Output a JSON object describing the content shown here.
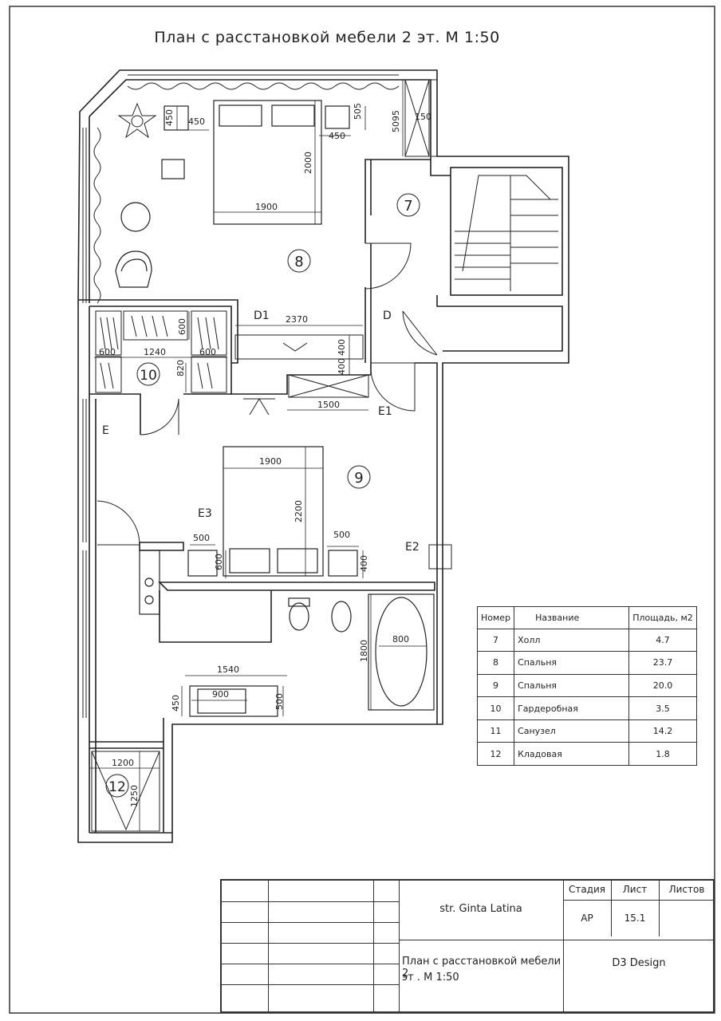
{
  "sheet": {
    "title": "План с расстановкой мебели 2 эт. М 1:50"
  },
  "plan": {
    "room_markers": [
      "7",
      "8",
      "9",
      "10",
      "12"
    ],
    "dimensions": {
      "d450a": "450",
      "d450b": "450",
      "d450c": "450",
      "d505": "505",
      "d5095": "5095",
      "d150": "150",
      "d2000": "2000",
      "d1900a": "1900",
      "d2370": "2370",
      "d600a": "600",
      "d600b": "600",
      "d600c": "600",
      "d1240": "1240",
      "d820": "820",
      "d400a": "400",
      "d400b": "400",
      "d1500": "1500",
      "d1900b": "1900",
      "d2200": "2200",
      "d500a": "500",
      "d500b": "500",
      "d600d": "600",
      "d400c": "400",
      "d800": "800",
      "d1800": "1800",
      "d1540": "1540",
      "d900": "900",
      "d450d": "450",
      "d500c": "500",
      "d1200": "1200",
      "d1250": "1250"
    },
    "tags": {
      "d1": "D1",
      "d": "D",
      "e1": "E1",
      "e": "E",
      "e2": "E2",
      "e3": "E3"
    }
  },
  "room_table": {
    "headers": [
      "Номер",
      "Название",
      "Площадь, м2"
    ],
    "rows": [
      {
        "num": "7",
        "name": "Холл",
        "area": "4.7"
      },
      {
        "num": "8",
        "name": "Спальня",
        "area": "23.7"
      },
      {
        "num": "9",
        "name": "Спальня",
        "area": "20.0"
      },
      {
        "num": "10",
        "name": "Гардеробная",
        "area": "3.5"
      },
      {
        "num": "11",
        "name": "Санузел",
        "area": "14.2"
      },
      {
        "num": "12",
        "name": "Кладовая",
        "area": "1.8"
      }
    ]
  },
  "title_block": {
    "address": "str. Ginta Latina",
    "stage_header": "Стадия",
    "sheet_header": "Лист",
    "sheets_header": "Листов",
    "stage": "AP",
    "sheet_no": "15.1",
    "drawing_title_line1": "План с расстановкой мебели 2",
    "drawing_title_line2": "эт . М 1:50",
    "company": "D3 Design"
  }
}
